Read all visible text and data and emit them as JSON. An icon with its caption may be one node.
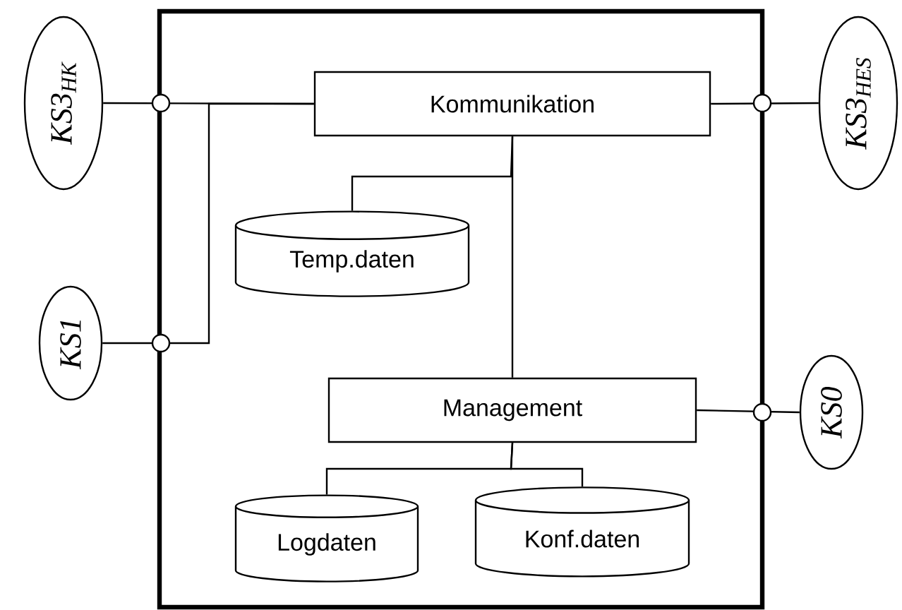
{
  "diagram": {
    "nodes": [
      {
        "text": [],
        "shape": "box"
      },
      {
        "text": [
          "Kommunikation"
        ],
        "in": 0
      },
      {
        "text": [
          "Temp.daten"
        ],
        "in": 0
      },
      {
        "text": [
          "Management"
        ],
        "in": 0
      },
      {
        "text": [
          "Logdaten"
        ],
        "in": 0
      },
      {
        "text": [
          "Konf.daten"
        ],
        "in": 0
      },
      {
        "text": [
          "KS3$_{HK}$"
        ]
      },
      {
        "text": [
          "KS1"
        ]
      },
      {
        "text": [
          "KS3$_{HES}$"
        ]
      },
      {
        "text": [
          "KS0"
        ]
      }
    ],
    "edges": [
      {
        "from": 6,
        "to": 1,
        "arrow": "none"
      },
      {
        "from": 7,
        "to": 1,
        "arrow": "none"
      },
      {
        "from": 1,
        "to": 8,
        "arrow": "none"
      },
      {
        "from": 1,
        "to": 2,
        "arrow": "none"
      },
      {
        "from": 1,
        "to": 3,
        "arrow": "none"
      },
      {
        "from": 3,
        "to": 9,
        "arrow": "none"
      },
      {
        "from": 3,
        "to": 4,
        "arrow": "none"
      },
      {
        "from": 3,
        "to": 5,
        "arrow": "none"
      }
    ]
  }
}
